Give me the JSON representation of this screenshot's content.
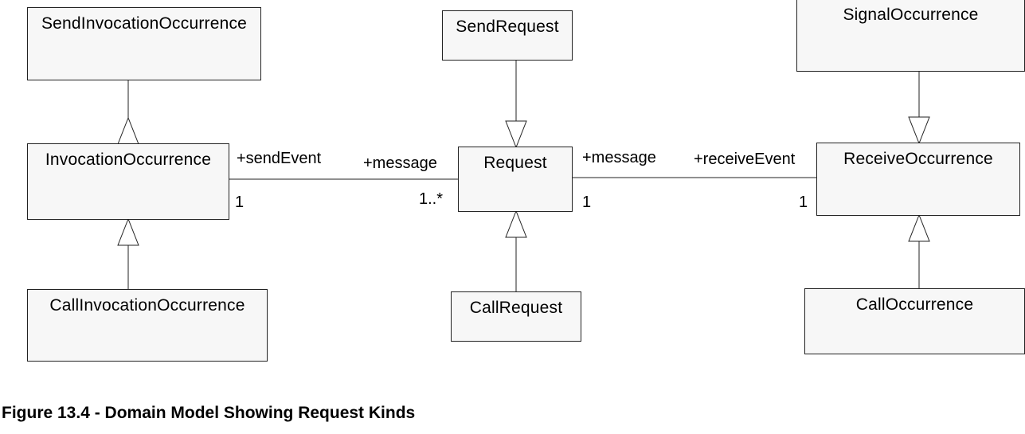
{
  "classes": {
    "send_invocation_occurrence": "SendInvocationOccurrence",
    "invocation_occurrence": "InvocationOccurrence",
    "call_invocation_occurrence": "CallInvocationOccurrence",
    "send_request": "SendRequest",
    "request": "Request",
    "call_request": "CallRequest",
    "signal_occurrence": "SignalOccurrence",
    "receive_occurrence": "ReceiveOccurrence",
    "call_occurrence": "CallOccurrence"
  },
  "associations": {
    "send_event_role": "+sendEvent",
    "send_event_multiplicity": "1",
    "message_role_left": "+message",
    "message_multiplicity_left": "1..*",
    "message_role_right": "+message",
    "message_multiplicity_right": "1",
    "receive_event_role": "+receiveEvent",
    "receive_event_multiplicity": "1"
  },
  "caption": "Figure 13.4 - Domain Model Showing Request Kinds"
}
